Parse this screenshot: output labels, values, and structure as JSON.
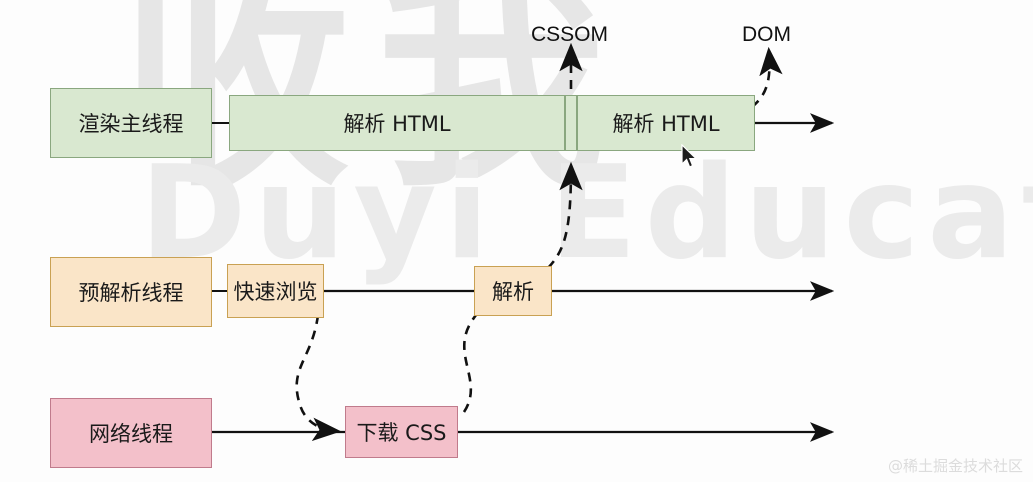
{
  "diagram": {
    "watermark": {
      "cjk": "收我",
      "latin": "Duyi  Educat",
      "corner": "@稀土掘金技术社区"
    },
    "output_labels": [
      {
        "name": "cssom",
        "text": "CSSOM"
      },
      {
        "name": "dom",
        "text": "DOM"
      }
    ],
    "lanes": [
      {
        "id": "render-main-thread",
        "label": "渲染主线程",
        "color": "#d9e8d0",
        "border": "#8aa77f",
        "tasks": [
          {
            "id": "parse-html-1",
            "label": "解析 HTML"
          },
          {
            "id": "parse-html-gap",
            "label": ""
          },
          {
            "id": "parse-html-2",
            "label": "解析 HTML"
          }
        ]
      },
      {
        "id": "pre-parse-thread",
        "label": "预解析线程",
        "color": "#fae5c8",
        "border": "#c9a153",
        "tasks": [
          {
            "id": "quick-scan",
            "label": "快速浏览"
          },
          {
            "id": "parse",
            "label": "解析"
          }
        ]
      },
      {
        "id": "network-thread",
        "label": "网络线程",
        "color": "#f3c0ca",
        "border": "#c07b8c",
        "tasks": [
          {
            "id": "download-css",
            "label": "下载 CSS"
          }
        ]
      }
    ]
  }
}
